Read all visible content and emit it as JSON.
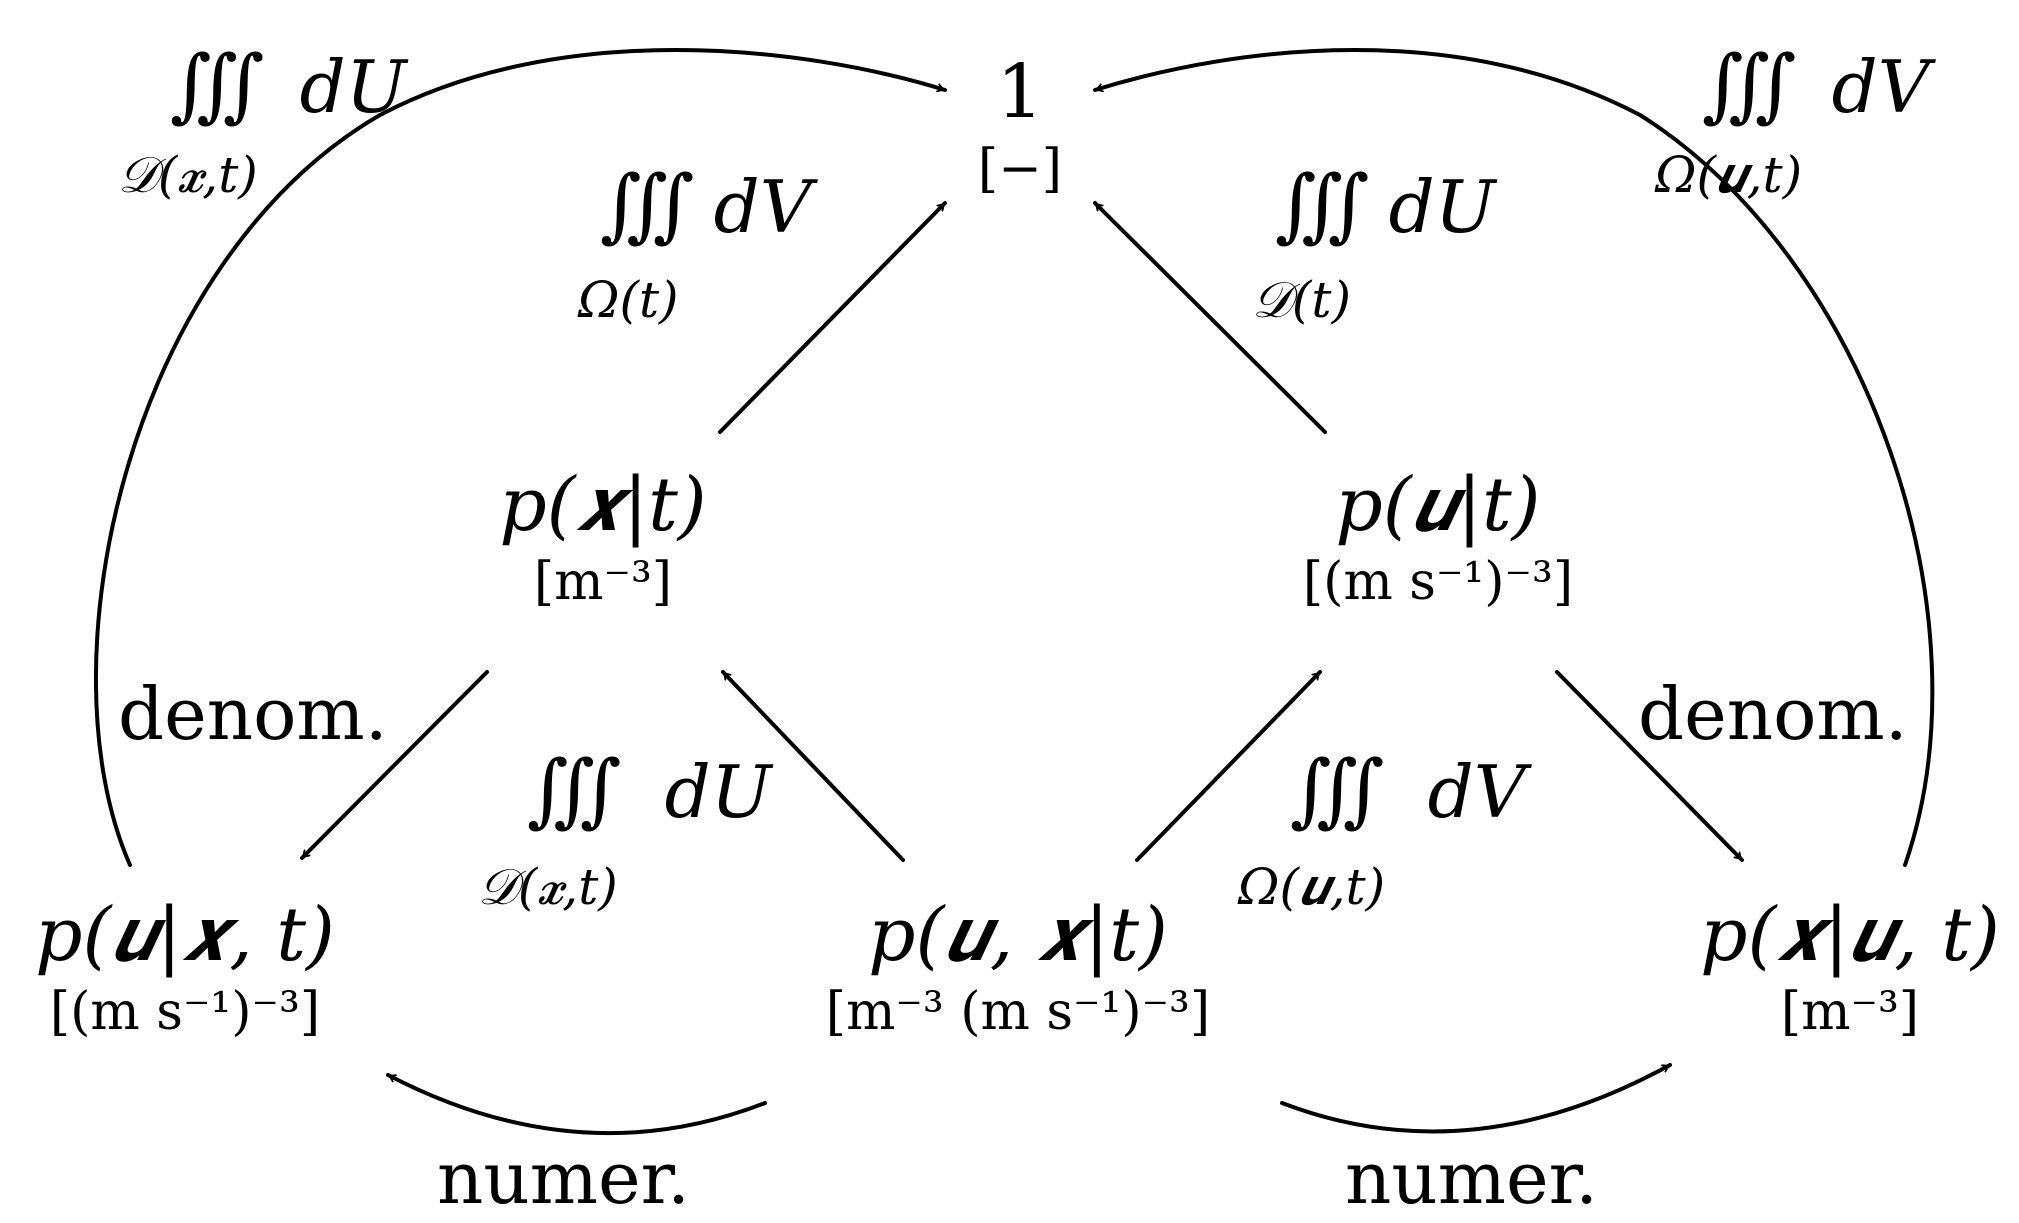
{
  "nodes": {
    "one": {
      "expr": "1",
      "unit": "[−]"
    },
    "p_x": {
      "expr": "p(𝒙|t)",
      "unit": "[m⁻³]"
    },
    "p_u": {
      "expr": "p(𝒖|t)",
      "unit": "[(m s⁻¹)⁻³]"
    },
    "p_u_given_x": {
      "expr": "p(𝒖|𝒙, t)",
      "unit": "[(m s⁻¹)⁻³]"
    },
    "p_ux": {
      "expr": "p(𝒖, 𝒙|t)",
      "unit": "[m⁻³ (m s⁻¹)⁻³]"
    },
    "p_x_given_u": {
      "expr": "p(𝒙|𝒖, t)",
      "unit": "[m⁻³]"
    }
  },
  "edge_labels": {
    "outer_left": {
      "integral": "∭",
      "variable": "dU",
      "domain": "𝒟(𝒙,t)"
    },
    "outer_right": {
      "integral": "∭",
      "variable": "dV",
      "domain": "Ω(𝒖,t)"
    },
    "inner_left": {
      "integral": "∭",
      "variable": "dV",
      "domain": "Ω(t)"
    },
    "inner_right": {
      "integral": "∭",
      "variable": "dU",
      "domain": "𝒟(t)"
    },
    "bottom_left": {
      "integral": "∭",
      "variable": "dU",
      "domain": "𝒟(𝒙,t)"
    },
    "bottom_right": {
      "integral": "∭",
      "variable": "dV",
      "domain": "Ω(𝒖,t)"
    },
    "denom_left": "denom.",
    "denom_right": "denom.",
    "numer_left": "numer.",
    "numer_right": "numer."
  }
}
